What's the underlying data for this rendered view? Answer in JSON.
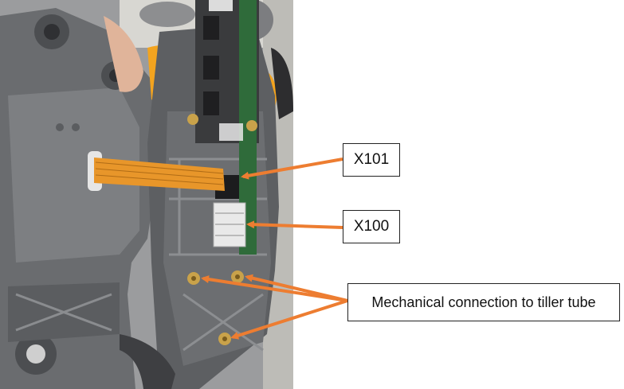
{
  "labels": {
    "x101": "X101",
    "x100": "X100",
    "mechanical": "Mechanical connection to tiller tube"
  },
  "colors": {
    "arrow": "#ed7d31",
    "housing_dark": "#5d5f62",
    "housing_light": "#8c8e91",
    "ribbon_cable": "#e8962a",
    "pcb_green": "#2f6b3a",
    "brass_insert": "#c9a24a",
    "orange_button": "#f3a41f"
  },
  "icons": {
    "keypad_left": "arrow-left-icon",
    "keypad_right": "arrow-right-icon"
  }
}
